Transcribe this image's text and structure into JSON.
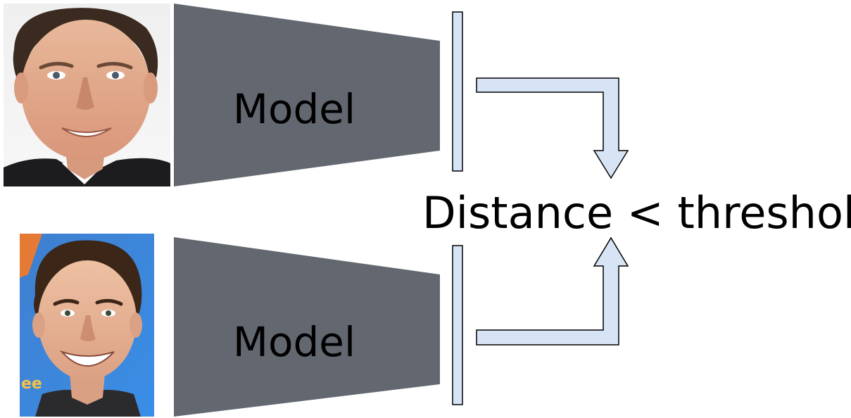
{
  "diagram": {
    "top_model_label": "Model",
    "bottom_model_label": "Model",
    "result_label": "Distance < threshold"
  },
  "colors": {
    "model_fill": "#636870",
    "embedding_fill": "#d6e4f5",
    "arrow_fill": "#d6e4f5",
    "stroke": "#000000",
    "text": "#000000"
  },
  "images": {
    "top_face": "face-photo-man-dark-hair-suit",
    "bottom_face": "face-photo-man-smiling-blue-background"
  }
}
